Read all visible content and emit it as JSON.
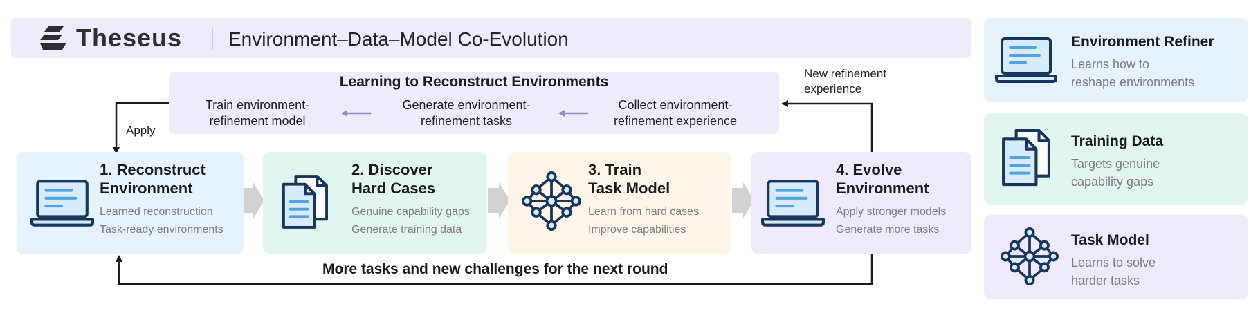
{
  "header": {
    "brand": "Theseus",
    "title": "Environment–Data–Model Co-Evolution"
  },
  "learning": {
    "title": "Learning to Reconstruct Environments",
    "steps": [
      {
        "line1": "Train environment-",
        "line2": "refinement model"
      },
      {
        "line1": "Generate environment-",
        "line2": "refinement tasks"
      },
      {
        "line1": "Collect environment-",
        "line2": "refinement experience"
      }
    ]
  },
  "labels": {
    "apply": "Apply",
    "new_refinement_1": "New refinement",
    "new_refinement_2": "experience",
    "bottom": "More tasks and new challenges for the next round"
  },
  "stages": [
    {
      "title1": "1. Reconstruct",
      "title2": "Environment",
      "desc1": "Learned reconstruction",
      "desc2": "Task-ready environments",
      "icon": "laptop-icon",
      "bg": "#e6f2fd"
    },
    {
      "title1": "2. Discover",
      "title2": "Hard Cases",
      "desc1": "Genuine capability gaps",
      "desc2": "Generate training data",
      "icon": "documents-icon",
      "bg": "#e2f6f1"
    },
    {
      "title1": "3. Train",
      "title2": "Task Model",
      "desc1": "Learn from hard cases",
      "desc2": "Improve capabilities",
      "icon": "network-icon",
      "bg": "#fdf6e8"
    },
    {
      "title1": "4. Evolve",
      "title2": "Environment",
      "desc1": "Apply stronger models",
      "desc2": "Generate more tasks",
      "icon": "laptop-icon",
      "bg": "#eeeafb"
    }
  ],
  "legend": [
    {
      "title": "Environment Refiner",
      "desc1": "Learns how to",
      "desc2": "reshape environments",
      "icon": "laptop-icon",
      "bg": "#e6f2fd"
    },
    {
      "title": "Training Data",
      "desc1": "Targets genuine",
      "desc2": "capability gaps",
      "icon": "documents-icon",
      "bg": "#e2f6f1"
    },
    {
      "title": "Task Model",
      "desc1": "Learns to solve",
      "desc2": "harder tasks",
      "icon": "network-icon",
      "bg": "#eeeafb"
    }
  ],
  "colors": {
    "navy": "#17365d",
    "icon_fill": "#d7ebfb",
    "icon_line": "#4fa3e0",
    "purple_arrow": "#9a85c8",
    "chevron": "#d2d2d2"
  }
}
